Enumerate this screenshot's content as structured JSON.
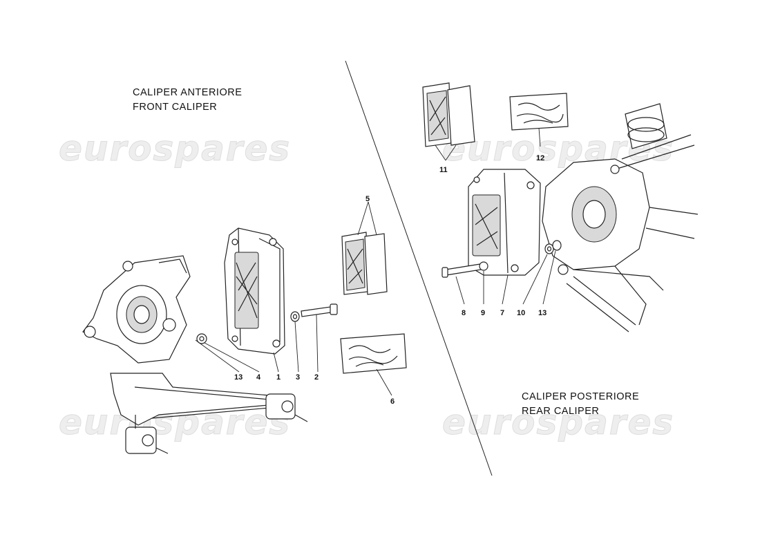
{
  "watermark": {
    "text": "eurospares"
  },
  "front": {
    "title_it": "CALIPER ANTERIORE",
    "title_en": "FRONT CALIPER",
    "callouts": [
      "13",
      "4",
      "1",
      "3",
      "2",
      "5",
      "6"
    ]
  },
  "rear": {
    "title_it": "CALIPER POSTERIORE",
    "title_en": "REAR CALIPER",
    "callouts": [
      "11",
      "12",
      "8",
      "9",
      "7",
      "10",
      "13"
    ]
  }
}
